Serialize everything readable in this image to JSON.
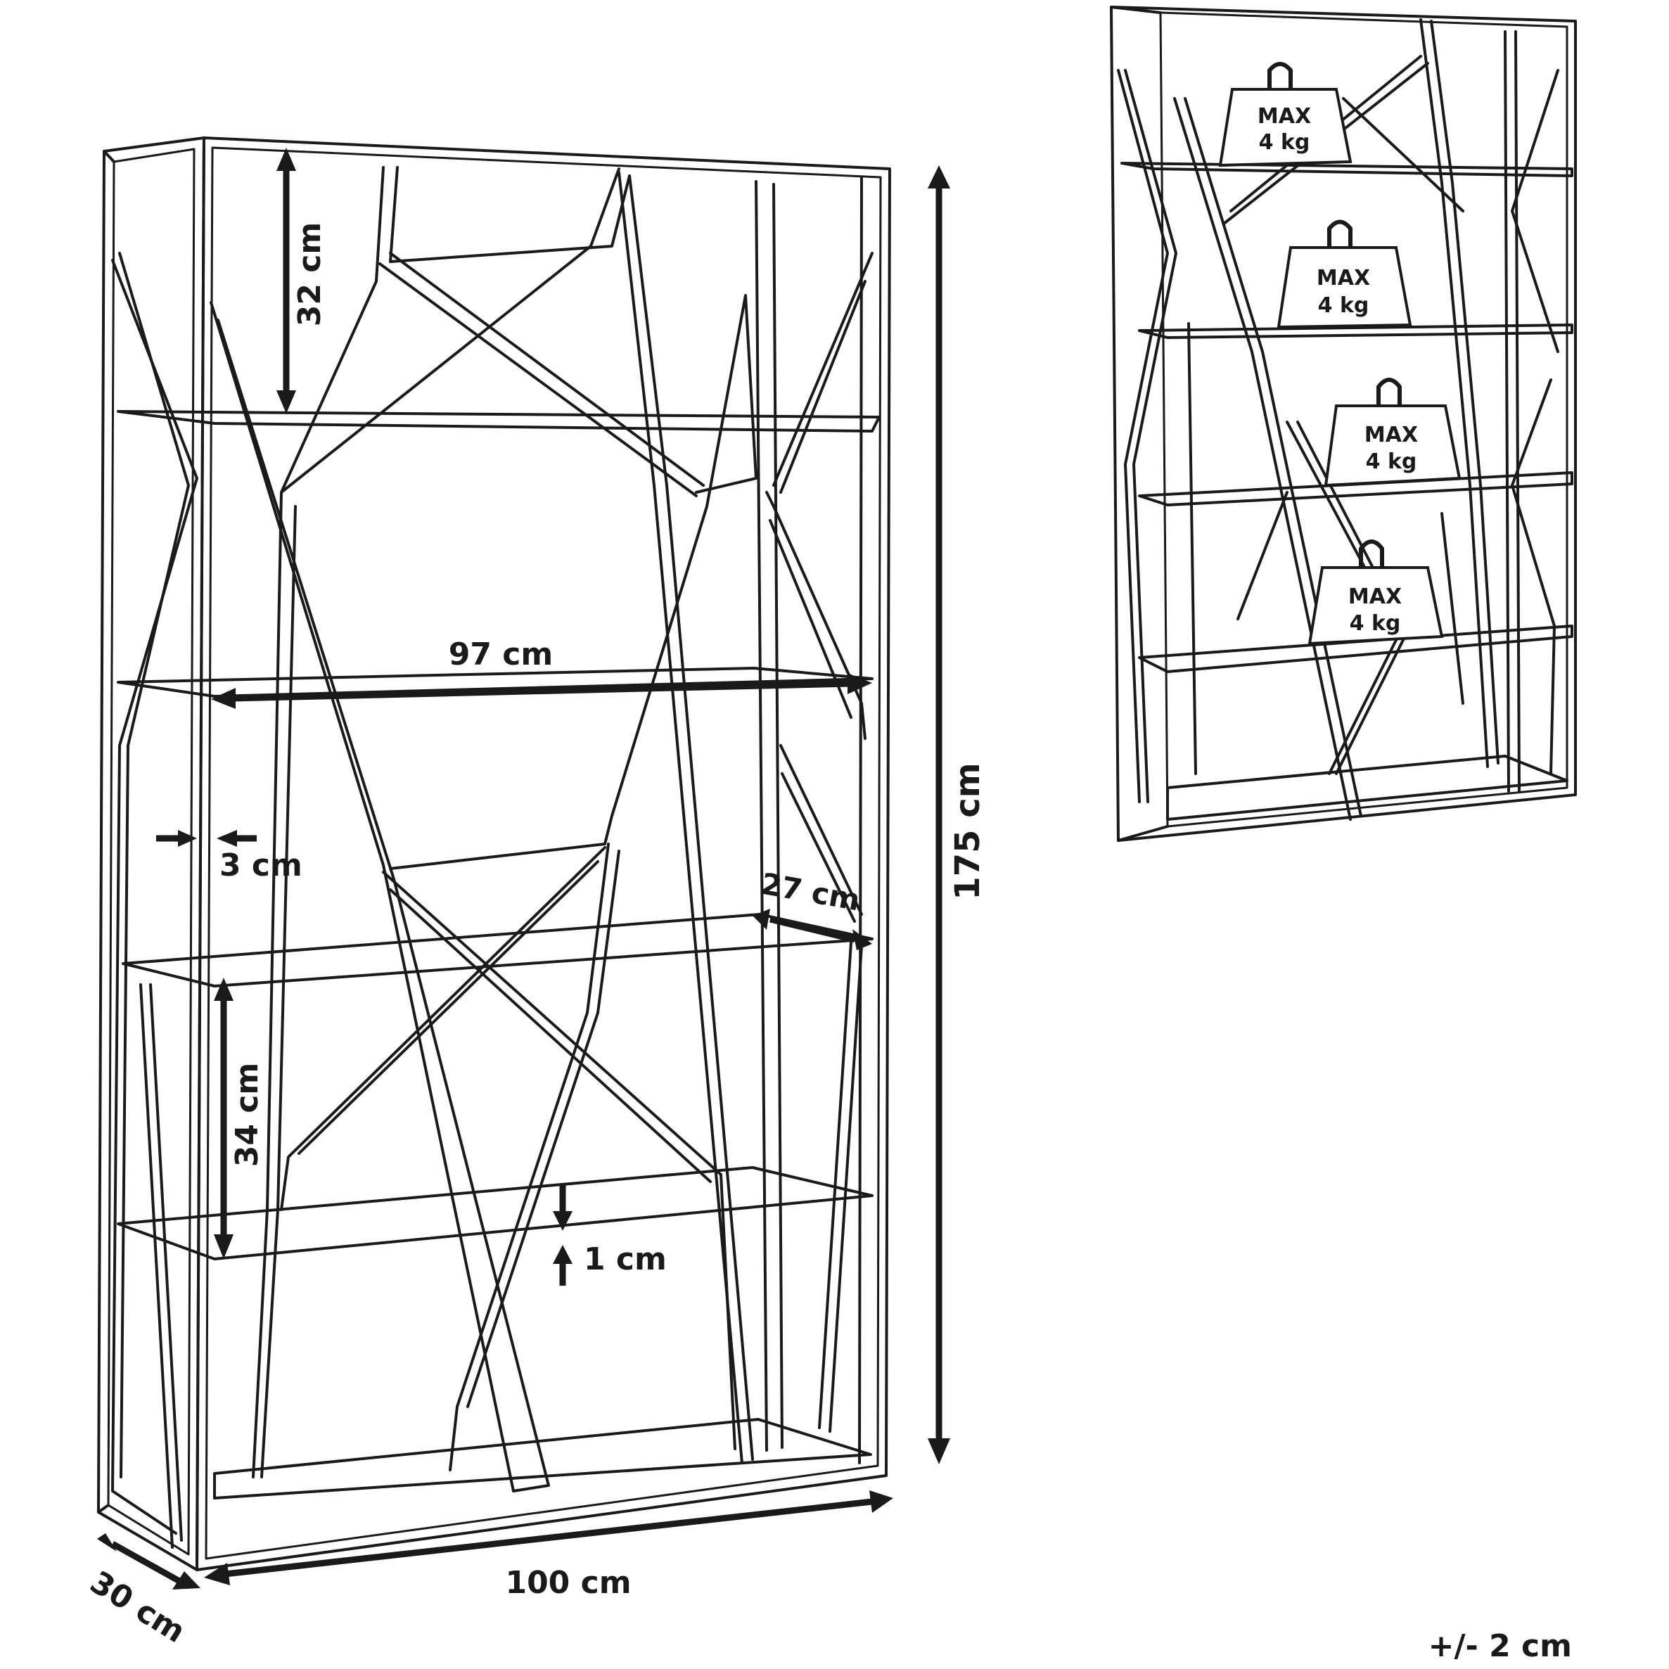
{
  "diagram": {
    "dimensions": {
      "top_shelf_gap": "32 cm",
      "shelf_width": "97 cm",
      "frame_thickness": "3 cm",
      "shelf_depth": "27 cm",
      "lower_shelf_gap": "34 cm",
      "shelf_thickness": "1 cm",
      "height": "175 cm",
      "width": "100 cm",
      "depth": "30 cm"
    },
    "load_labels": [
      {
        "line1": "MAX",
        "line2": "4 kg"
      },
      {
        "line1": "MAX",
        "line2": "4 kg"
      },
      {
        "line1": "MAX",
        "line2": "4 kg"
      },
      {
        "line1": "MAX",
        "line2": "4 kg"
      }
    ],
    "tolerance": "+/- 2 cm"
  }
}
